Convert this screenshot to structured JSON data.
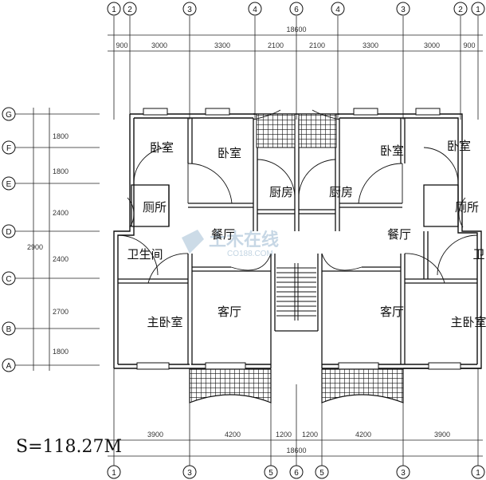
{
  "top_axes": [
    "1",
    "2",
    "3",
    "4",
    "6",
    "4",
    "3",
    "2",
    "1"
  ],
  "bottom_axes": [
    "1",
    "3",
    "5",
    "6",
    "5",
    "3",
    "1"
  ],
  "left_axes": [
    "G",
    "F",
    "E",
    "D",
    "C",
    "B",
    "A"
  ],
  "top_total": "18600",
  "top_dims": [
    "900",
    "3000",
    "3300",
    "2100",
    "2100",
    "3300",
    "3000",
    "900"
  ],
  "bottom_total": "18600",
  "bottom_dims": [
    "3900",
    "4200",
    "1200",
    "1200",
    "4200",
    "3900"
  ],
  "left_dims": [
    "1800",
    "1800",
    "2400",
    "2400",
    "2700",
    "1800"
  ],
  "left_total": "2900",
  "rooms": {
    "bedroom_a": "卧室",
    "bedroom_b": "卧室",
    "bedroom_c": "卧室",
    "bedroom_d": "卧室",
    "kitchen_l": "厨房",
    "kitchen_r": "厨房",
    "toilet_l": "厕所",
    "toilet_r": "厕所",
    "dining_l": "餐厅",
    "dining_r": "餐厅",
    "bath_l": "卫生间",
    "bath_r": "卫",
    "living_l": "客厅",
    "living_r": "客厅",
    "master_l": "主卧室",
    "master_r": "主卧室"
  },
  "area_label": "S=118.27M",
  "watermark": "土木在线",
  "watermark_sub": "CO188.COM",
  "colors": {
    "line": "#111111",
    "wall": "#ffffff",
    "dim": "#333333",
    "watermark": "#9ab8d0"
  }
}
